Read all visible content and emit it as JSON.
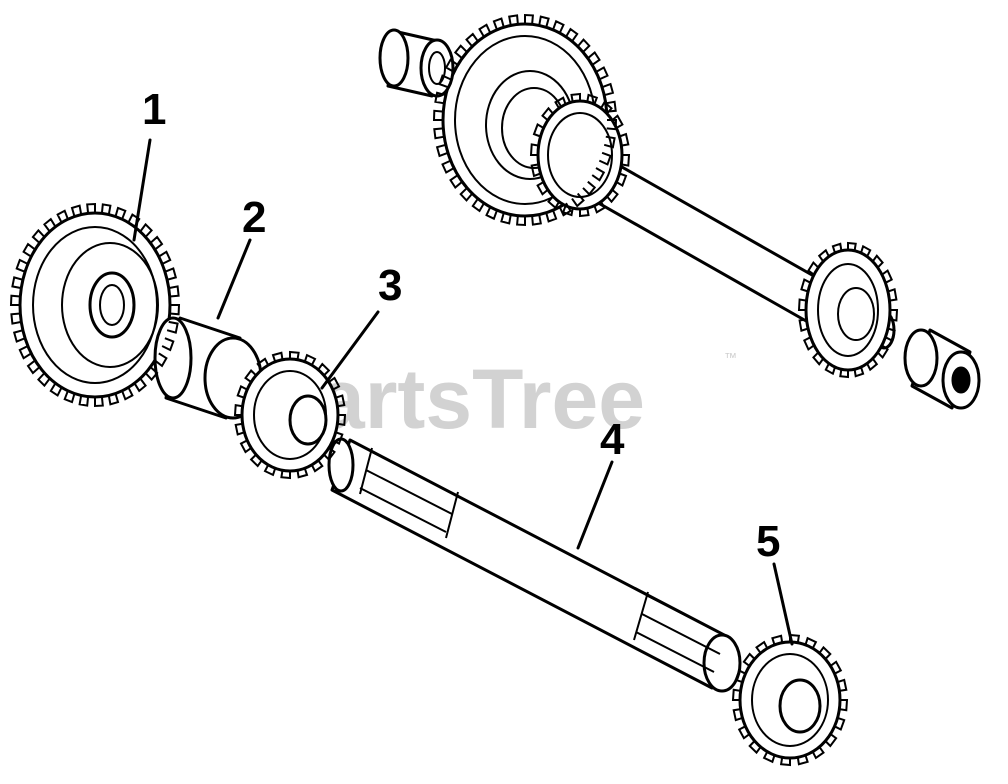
{
  "callouts": [
    {
      "id": "1",
      "text": "1"
    },
    {
      "id": "2",
      "text": "2"
    },
    {
      "id": "3",
      "text": "3"
    },
    {
      "id": "4",
      "text": "4"
    },
    {
      "id": "5",
      "text": "5"
    }
  ],
  "watermark": {
    "text": "PartsTree",
    "trademark": "™"
  }
}
